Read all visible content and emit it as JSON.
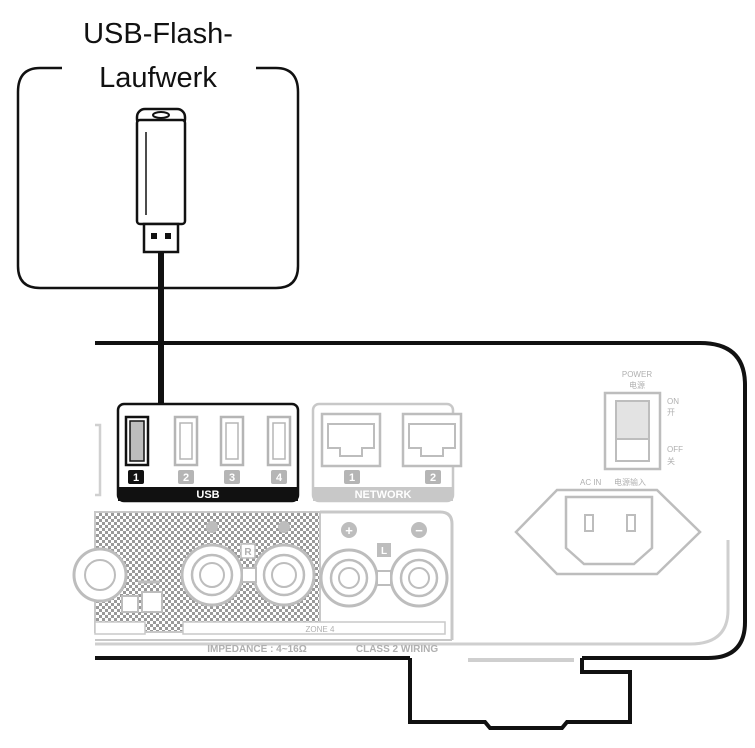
{
  "callout": {
    "title_line1": "USB-Flash-",
    "title_line2": "Laufwerk"
  },
  "usb_panel": {
    "label": "USB",
    "ports": [
      "1",
      "2",
      "3",
      "4"
    ],
    "connected_port": "1"
  },
  "network_panel": {
    "label": "NETWORK",
    "ports": [
      "1",
      "2"
    ]
  },
  "power_switch": {
    "title": "POWER",
    "title_cn": "电源",
    "on_label": "ON",
    "on_label_cn": "开",
    "off_label": "OFF",
    "off_label_cn": "关"
  },
  "ac_inlet": {
    "label": "AC IN",
    "label_cn": "电源输入"
  },
  "speaker_terminals": {
    "zone_label": "ZONE 4",
    "impedance": "IMPEDANCE : 4~16Ω",
    "wiring": "CLASS 2 WIRING",
    "left_marker": "L",
    "right_marker": "R",
    "plus_symbol": "+",
    "minus_symbol": "−"
  },
  "colors": {
    "outline": "#111111",
    "panel_gray": "#b5b5b5",
    "light_gray": "#d9d9d9",
    "accent": "#777777"
  }
}
